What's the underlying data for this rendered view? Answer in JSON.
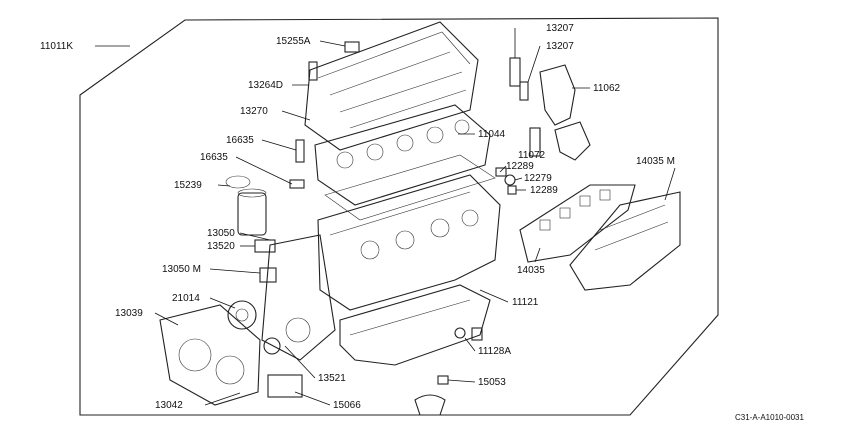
{
  "diagram_code": "C31-A-A1010-0031",
  "labels": {
    "l11011K": "11011K",
    "l15255A": "15255A",
    "l13207a": "13207",
    "l13207b": "13207",
    "l11062": "11062",
    "l13264D": "13264D",
    "l13270": "13270",
    "l11044": "11044",
    "l16635a": "16635",
    "l16635b": "16635",
    "l11072": "11072",
    "l12289a": "12289",
    "l12279": "12279",
    "l12289b": "12289",
    "l14035M": "14035 M",
    "l15239": "15239",
    "l13050": "13050",
    "l13520": "13520",
    "l13050M": "13050 M",
    "l14035": "14035",
    "l21014": "21014",
    "l11121": "11121",
    "l13039": "13039",
    "l11128A": "11128A",
    "l13521": "13521",
    "l15053": "15053",
    "l13042": "13042",
    "l15066": "15066"
  }
}
